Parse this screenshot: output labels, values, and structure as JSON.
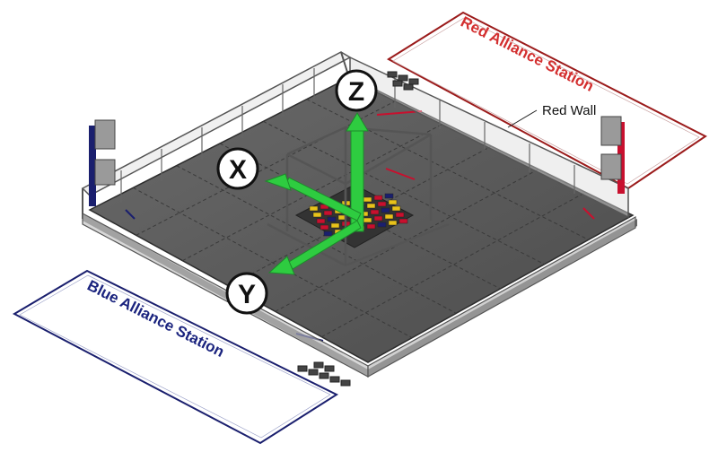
{
  "labels": {
    "red_station": "Red Alliance Station",
    "blue_station": "Blue Alliance Station",
    "red_wall": "Red Wall"
  },
  "axes": {
    "x": "X",
    "y": "Y",
    "z": "Z"
  },
  "colors": {
    "red_alliance": "#c8102e",
    "blue_alliance": "#1a1f6e",
    "axis_arrow": "#2ecc40",
    "tiles": "#5b5b5b",
    "wall_frame": "#8a8a8a"
  }
}
